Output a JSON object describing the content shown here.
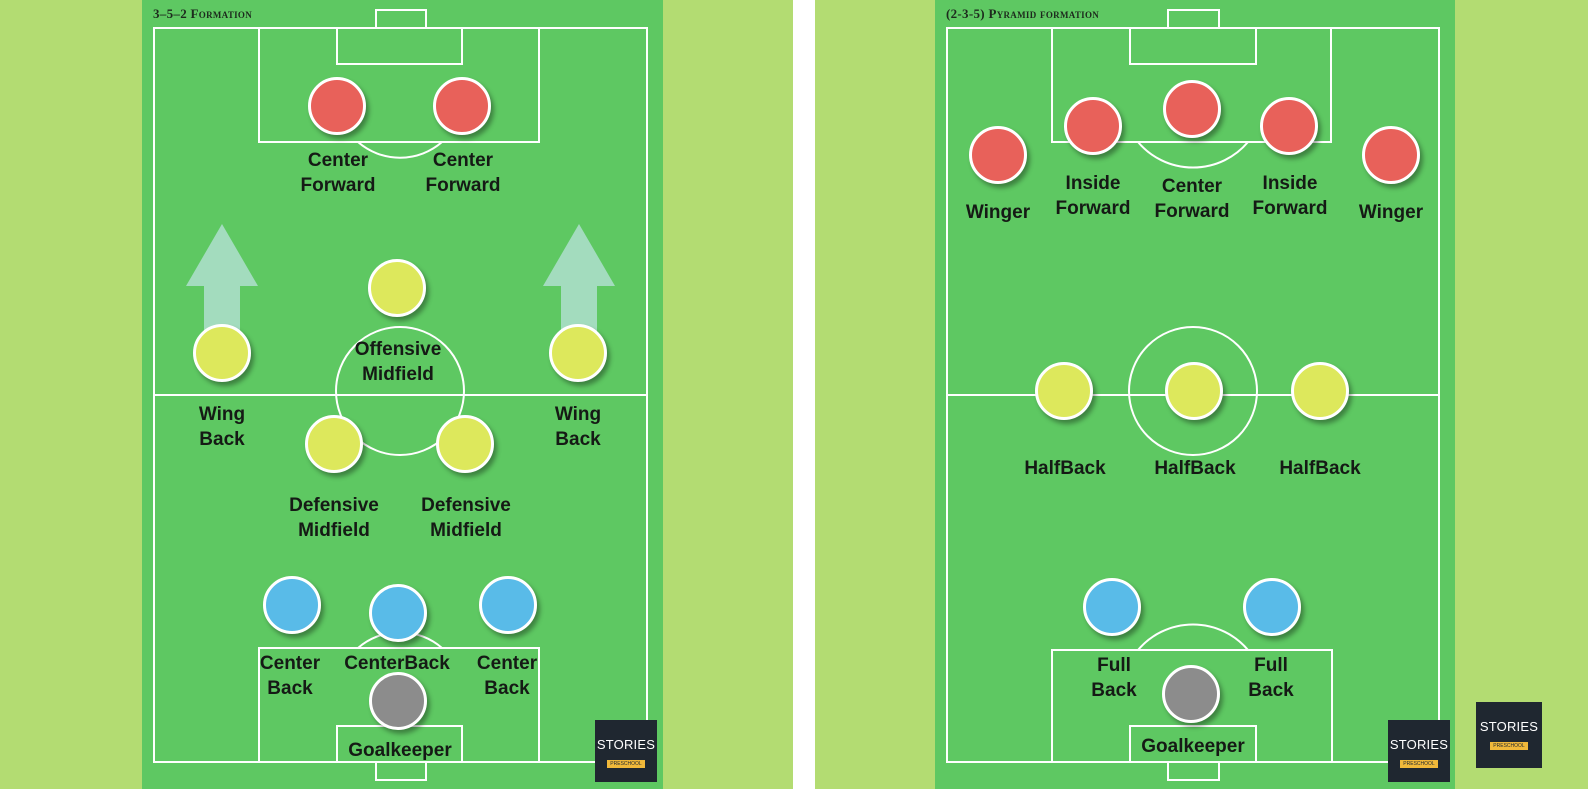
{
  "formations": [
    {
      "title": "3–5–2 Formation",
      "labels": [
        [
          "Center",
          "Forward"
        ],
        [
          "Center",
          "Forward"
        ],
        [
          "Offensive",
          "Midfield"
        ],
        [
          "Wing",
          "Back"
        ],
        [
          "Wing",
          "Back"
        ],
        [
          "Defensive",
          "Midfield"
        ],
        [
          "Defensive",
          "Midfield"
        ],
        [
          "Center",
          "Back"
        ],
        [
          "CenterBack"
        ],
        [
          "Center",
          "Back"
        ],
        [
          "Goalkeeper"
        ]
      ]
    },
    {
      "title": "(2-3-5) Pyramid formation",
      "labels": [
        [
          "Winger"
        ],
        [
          "Inside",
          "Forward"
        ],
        [
          "Center",
          "Forward"
        ],
        [
          "Inside",
          "Forward"
        ],
        [
          "Winger"
        ],
        [
          "HalfBack"
        ],
        [
          "HalfBack"
        ],
        [
          "HalfBack"
        ],
        [
          "Full",
          "Back"
        ],
        [
          "Full",
          "Back"
        ],
        [
          "Goalkeeper"
        ]
      ]
    }
  ],
  "logo": {
    "name": "STORIES",
    "tagline": "PRESCHOOL"
  },
  "colors": {
    "background": "#b3dc72",
    "pitch": "#5ec862",
    "forward": "#e8615a",
    "midfield": "#dde85c",
    "defence": "#59bbe8",
    "goalkeeper": "#8c8c8c",
    "logo": "#1f2730"
  }
}
